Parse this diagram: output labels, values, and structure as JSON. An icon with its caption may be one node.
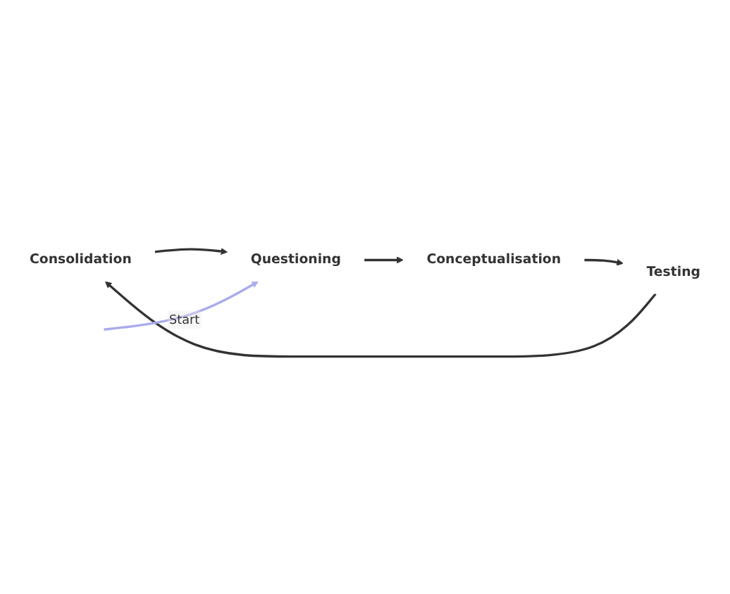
{
  "diagram": {
    "nodes": [
      {
        "text": [
          "Consolidation"
        ]
      },
      {
        "text": [
          "Questioning"
        ]
      },
      {
        "text": [
          "Conceptualisation"
        ]
      },
      {
        "text": [
          "Testing"
        ]
      }
    ],
    "edges": [
      {
        "from": 0,
        "to": 1,
        "arrow": "to"
      },
      {
        "from": 1,
        "to": 2,
        "arrow": "to"
      },
      {
        "from": 2,
        "to": 3,
        "arrow": "to"
      },
      {
        "from": 3,
        "to": 0,
        "arrow": "to"
      },
      {
        "from": null,
        "to": 1,
        "arrow": "to",
        "label": "Start",
        "color": "#aaaaee"
      }
    ]
  }
}
